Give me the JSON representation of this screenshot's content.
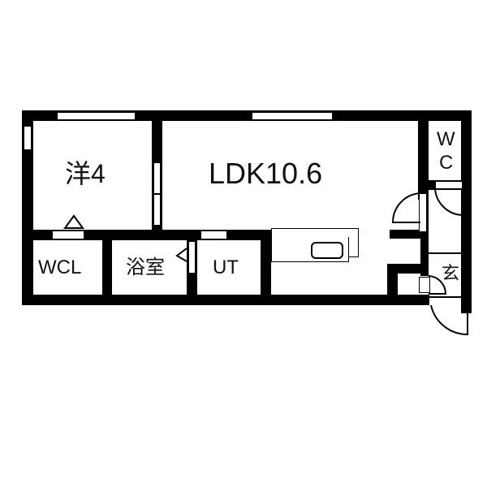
{
  "floor_plan": {
    "rooms": [
      {
        "id": "western",
        "label": "洋4",
        "type": "Western-style room",
        "size_jo": 4
      },
      {
        "id": "ldk",
        "label": "LDK10.6",
        "type": "Living Dining Kitchen",
        "size_jo": 10.6
      },
      {
        "id": "wc",
        "label_line1": "W",
        "label_line2": "C",
        "type": "Toilet"
      },
      {
        "id": "wcl",
        "label": "WCL",
        "type": "Walk-in closet"
      },
      {
        "id": "bath",
        "label": "浴室",
        "type": "Bathroom"
      },
      {
        "id": "ut",
        "label": "UT",
        "type": "Utility"
      },
      {
        "id": "entrance",
        "label": "玄",
        "type": "Entrance"
      }
    ],
    "colors": {
      "wall": "#000000",
      "background": "#ffffff",
      "text": "#111111"
    }
  }
}
